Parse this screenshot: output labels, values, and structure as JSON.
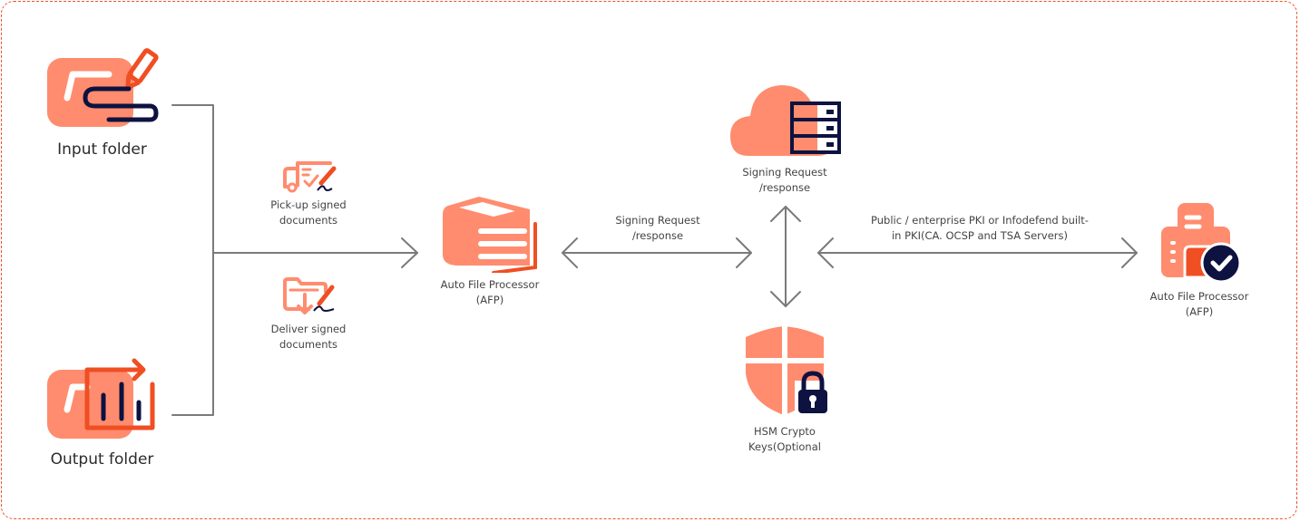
{
  "colors": {
    "primary_light": "#ff8c6e",
    "accent_orange": "#f04e23",
    "navy": "#0d1240",
    "connector": "#7a7a7a",
    "frame_border": "#f0522a"
  },
  "nodes": {
    "input_folder": {
      "label": "Input folder",
      "icon": "folder-pen-icon"
    },
    "output_folder": {
      "label": "Output folder",
      "icon": "folder-chart-export-icon"
    },
    "pickup": {
      "label": "Pick-up signed\ndocuments",
      "icon": "truck-signed-doc-icon"
    },
    "deliver": {
      "label": "Deliver signed\ndocuments",
      "icon": "folder-download-sign-icon"
    },
    "afp_left": {
      "label": "Auto File Processor\n(AFP)",
      "icon": "book-stack-icon"
    },
    "cloud": {
      "label": "Signing Request\n/response",
      "icon": "cloud-server-icon"
    },
    "hsm": {
      "label": "HSM Crypto\nKeys(Optional",
      "icon": "shield-lock-icon"
    },
    "afp_right": {
      "label": "Auto File Processor\n(AFP)",
      "icon": "printer-check-icon"
    }
  },
  "edges": {
    "afp_to_center": {
      "label": "Signing Request\n/response"
    },
    "center_to_pki": {
      "label": "Public / enterprise PKI or Infodefend built-\nin PKI(CA. OCSP and TSA Servers)"
    }
  }
}
